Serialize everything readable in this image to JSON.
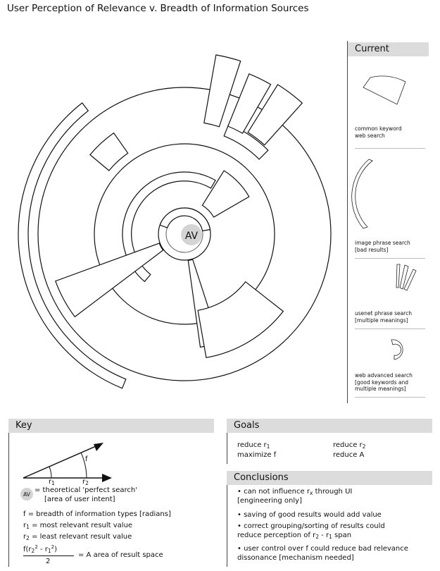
{
  "title": "User Perception of Relevance v. Breadth of Information Sources",
  "center_label": "AV",
  "sidebar": {
    "heading": "Current",
    "items": [
      {
        "label_line1": "common keyword",
        "label_line2": "web search"
      },
      {
        "label_line1": "image phrase search",
        "label_line2": "[bad results]"
      },
      {
        "label_line1": "usenet phrase search",
        "label_line2": "[multiple meanings]"
      },
      {
        "label_line1": "web advanced search",
        "label_line2": "[good keywords and",
        "label_line3": "multiple meanings]"
      }
    ]
  },
  "key": {
    "heading": "Key",
    "f_label": "f",
    "r1_label": "r",
    "r1_sub": "1",
    "r2_label": "r",
    "r2_sub": "2",
    "av_badge": "AV",
    "av_def_line1": "= theoretical 'perfect search'",
    "av_def_line2": "[area of user intent]",
    "f_def": "f = breadth of information types [radians]",
    "r1_def_a": "r",
    "r1_def_sub": "1",
    "r1_def_b": " = most relevant result value",
    "r2_def_a": "r",
    "r2_def_sub": "2",
    "r2_def_b": " = least relevant result value",
    "formula_num_a": "f(r",
    "formula_num_sub2": "2",
    "formula_num_sup2": "2",
    "formula_num_b": " - r",
    "formula_num_sub1": "1",
    "formula_num_sup1": "2",
    "formula_num_c": ")",
    "formula_den": "2",
    "formula_result": "= A area of result space"
  },
  "goals": {
    "heading": "Goals",
    "g1_a": "reduce r",
    "g1_sub": "1",
    "g2_a": "reduce r",
    "g2_sub": "2",
    "g3": "maximize f",
    "g4": "reduce A"
  },
  "conclusions": {
    "heading": "Conclusions",
    "c1_a": "• can not influence r",
    "c1_sub": "x",
    "c1_b": " through UI",
    "c1_line2": "[engineering only]",
    "c2": "• saving of good results would add value",
    "c3_line1": "• correct grouping/sorting of results could",
    "c3_line2_a": "reduce perception of r",
    "c3_sub2": "2",
    "c3_line2_b": " - r",
    "c3_sub1": "1",
    "c3_line2_c": " span",
    "c4_line1": "• user control over f could reduce bad relevance",
    "c4_line2": "dissonance [mechanism needed]"
  }
}
